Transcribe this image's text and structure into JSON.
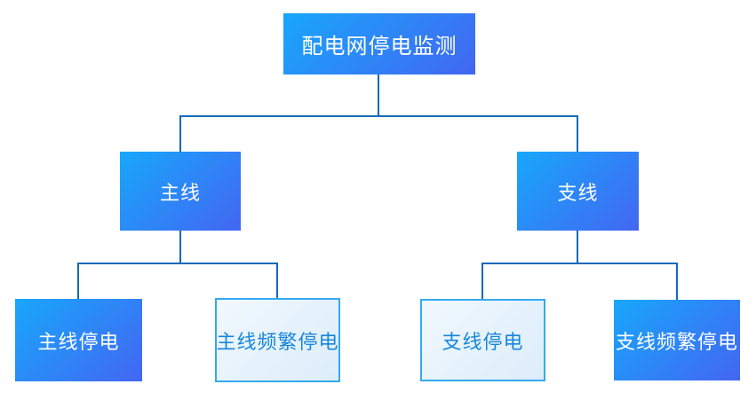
{
  "diagram": {
    "type": "tree",
    "title": "配电网停电监测",
    "nodes": {
      "root": {
        "label": "配电网停电监测",
        "variant": "solid-gradient",
        "level": 0
      },
      "main_line": {
        "label": "主线",
        "variant": "solid-gradient",
        "level": 1
      },
      "branch_line": {
        "label": "支线",
        "variant": "solid-gradient",
        "level": 1
      },
      "main_line_outage": {
        "label": "主线停电",
        "variant": "solid-gradient",
        "level": 2
      },
      "main_line_frequent_outage": {
        "label": "主线频繁停电",
        "variant": "light-outline",
        "level": 2
      },
      "branch_line_outage": {
        "label": "支线停电",
        "variant": "light-outline",
        "level": 2
      },
      "branch_line_frequent_outage": {
        "label": "支线频繁停电",
        "variant": "solid-gradient",
        "level": 2
      }
    },
    "hierarchy": {
      "配电网停电监测": {
        "主线": [
          "主线停电",
          "主线频繁停电"
        ],
        "支线": [
          "支线停电",
          "支线频繁停电"
        ]
      }
    }
  },
  "colors": {
    "node_gradient_start": "#18A7FB",
    "node_gradient_end": "#4366F2",
    "node_text_on_solid": "#FFFFFF",
    "light_node_background_start": "#F1F8FE",
    "light_node_background_end": "#DCEDFA",
    "light_node_border": "#35A9F0",
    "light_node_text": "#1787D9",
    "connector_line": "#1569B8",
    "page_background": "#FFFFFF"
  }
}
